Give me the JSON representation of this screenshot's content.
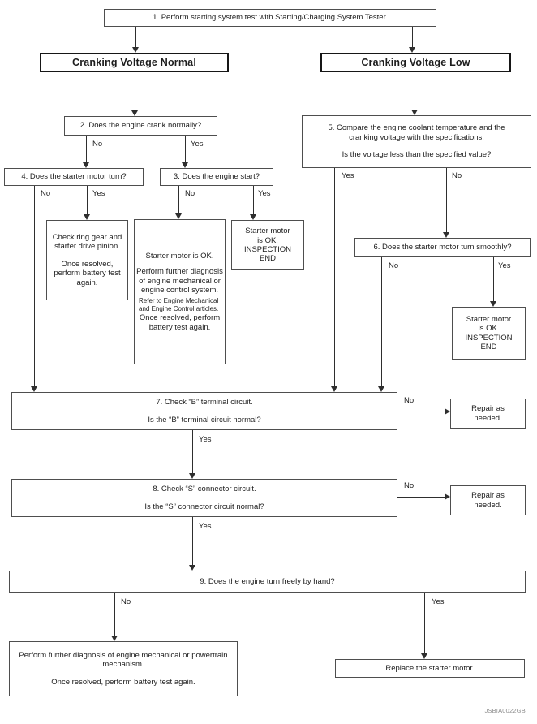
{
  "figure_code": "JSBIA0022GB",
  "colors": {
    "background": "#ffffff",
    "line": "#2e2e2e",
    "box_border": "#4e4e4e",
    "header_border": "#161616",
    "text": "#1d1d1d",
    "watermark": "#8c8c8c"
  },
  "nodes": {
    "step1": {
      "text": "1. Perform starting system test with Starting/Charging System Tester."
    },
    "cranking_normal": {
      "text": "Cranking Voltage Normal"
    },
    "cranking_low": {
      "text": "Cranking Voltage Low"
    },
    "step2": {
      "text": "2. Does the engine crank normally?"
    },
    "step4": {
      "text": "4. Does the starter motor turn?"
    },
    "step3": {
      "text": "3. Does the engine start?"
    },
    "step5": {
      "line1": "5. Compare the engine coolant temperature and the",
      "line2": "cranking voltage with the specifications.",
      "question": "Is the voltage less than the specified value?"
    },
    "check_ring_gear": {
      "p1": "Check ring gear and starter drive pinion.",
      "p2": "Once resolved, perform battery test again."
    },
    "starter_ok_diagnosis": {
      "p1": "Starter motor is OK.",
      "p2": "Perform further diagnosis of engine mechanical or engine control system.",
      "note": "Refer to Engine Mechanical and Engine Control articles.",
      "p3": "Once resolved, perform battery test again."
    },
    "inspection_end_top": {
      "lines": [
        "Starter motor",
        "is OK.",
        "INSPECTION",
        "END"
      ]
    },
    "step6": {
      "text": "6. Does the starter motor turn smoothly?"
    },
    "inspection_end_right": {
      "lines": [
        "Starter motor",
        "is OK.",
        "INSPECTION",
        "END"
      ]
    },
    "step7": {
      "line1": "7. Check “B” terminal circuit.",
      "line2": "Is the “B” terminal circuit normal?"
    },
    "repair_b": {
      "text": "Repair as needed."
    },
    "step8": {
      "line1": "8. Check “S” connector circuit.",
      "line2": "Is the “S” connector circuit normal?"
    },
    "repair_s": {
      "text": "Repair as needed."
    },
    "step9": {
      "text": "9. Does the engine turn freely by hand?"
    },
    "further_diagnosis": {
      "p1": "Perform further diagnosis of engine mechanical or powertrain mechanism.",
      "p2": "Once resolved, perform battery test again."
    },
    "replace_starter": {
      "text": "Replace the starter motor."
    }
  },
  "branch_labels": {
    "step2_no": "No",
    "step2_yes": "Yes",
    "step4_no": "No",
    "step4_yes": "Yes",
    "step3_no": "No",
    "step3_yes": "Yes",
    "step5_yes": "Yes",
    "step5_no": "No",
    "step6_no": "No",
    "step6_yes": "Yes",
    "step7_no": "No",
    "step7_yes": "Yes",
    "step8_no": "No",
    "step8_yes": "Yes",
    "step9_no": "No",
    "step9_yes": "Yes"
  }
}
